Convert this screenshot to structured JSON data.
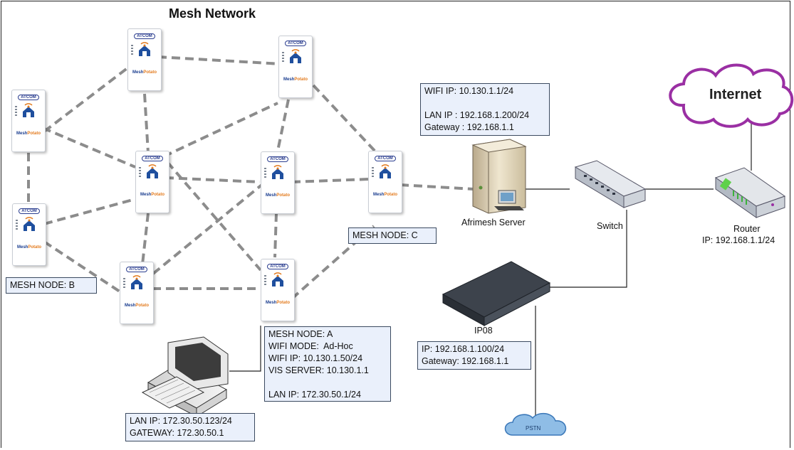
{
  "title": "Mesh Network",
  "node_brand": "ATCOM",
  "node_product": {
    "mesh": "Mesh",
    "potato": "Potato"
  },
  "labels": {
    "mesh_node_b": "MESH NODE: B",
    "mesh_node_c": "MESH NODE: C",
    "afrimesh_server": "Afrimesh Server",
    "switch": "Switch",
    "router": "Router",
    "router_ip": "IP: 192.168.1.1/24",
    "ip08": "IP08",
    "internet": "Internet",
    "pstn": "PSTN"
  },
  "server_box": [
    "WIFI IP: 10.130.1.1/24",
    "",
    "LAN IP : 192.168.1.200/24",
    "Gateway : 192.168.1.1"
  ],
  "node_a_box": [
    "MESH NODE: A",
    "WIFI MODE:  Ad-Hoc",
    "WIFI IP: 10.130.1.50/24",
    "VIS SERVER: 10.130.1.1",
    "",
    "LAN IP: 172.30.50.1/24"
  ],
  "ip08_box": [
    "IP: 192.168.1.100/24",
    "Gateway: 192.168.1.1"
  ],
  "pc_box": [
    "LAN IP: 172.30.50.123/24",
    "GATEWAY: 172.30.50.1"
  ],
  "colors": {
    "box_fill": "#eaf0fb",
    "mesh_link": "#8c8c8c",
    "cable": "#222222",
    "brand_blue": "#2a3d8f",
    "potato_orange": "#e37b1e",
    "cloud": "#9a2fa3"
  },
  "icons": [
    "mesh-node-icon",
    "server-icon",
    "switch-icon",
    "router-icon",
    "ip08-device-icon",
    "pc-icon",
    "internet-cloud-icon",
    "pstn-cloud-icon",
    "wifi-house-icon"
  ]
}
